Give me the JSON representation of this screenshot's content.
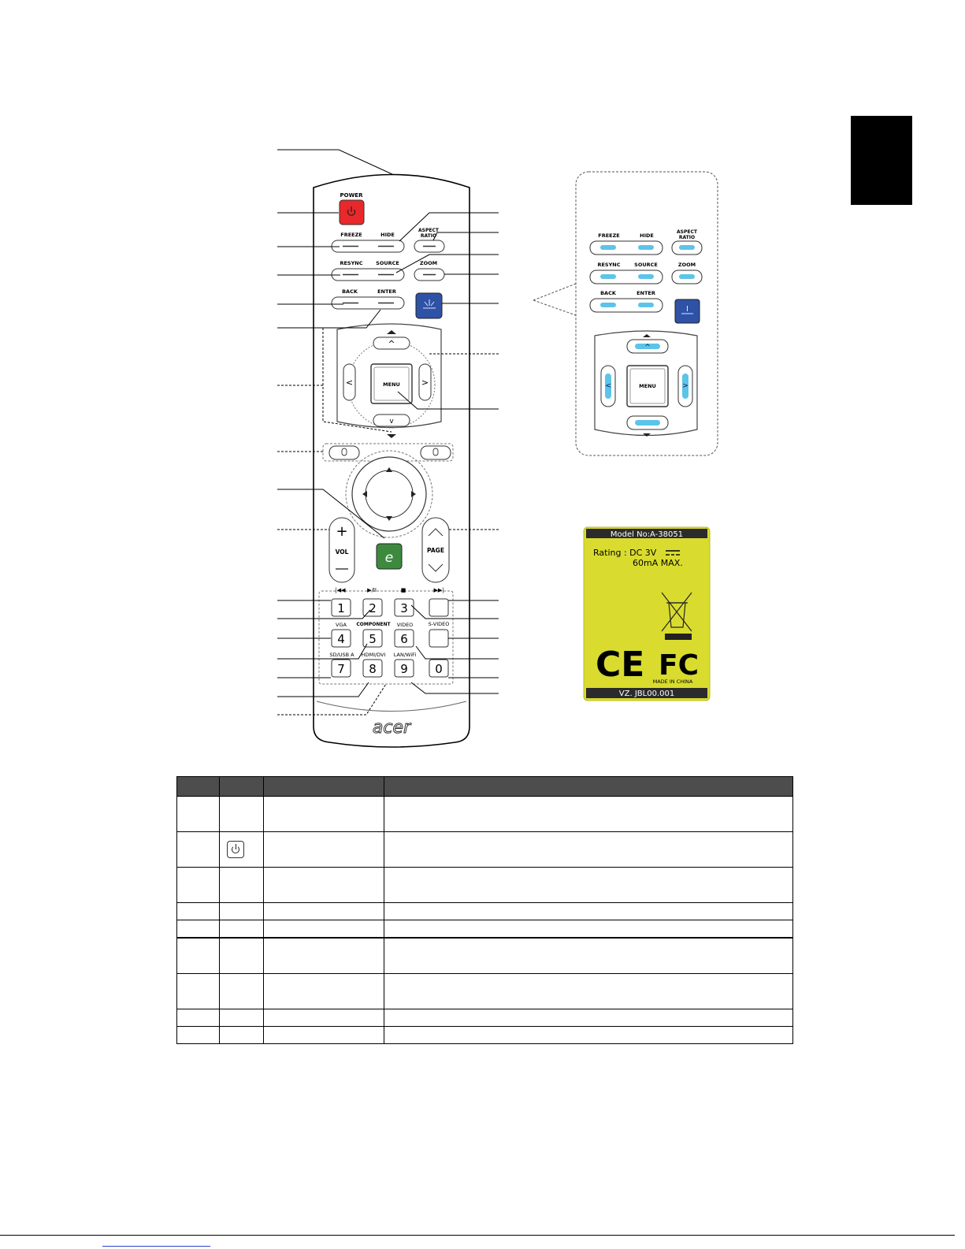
{
  "remote": {
    "power_label": "POWER",
    "freeze_label": "FREEZE",
    "hide_label": "HIDE",
    "aspect_label_1": "ASPECT",
    "aspect_label_2": "RATIO",
    "resync_label": "RESYNC",
    "source_label": "SOURCE",
    "zoom_label": "ZOOM",
    "back_label": "BACK",
    "enter_label": "ENTER",
    "menu_label": "MENU",
    "vol_label": "VOL",
    "page_label": "PAGE",
    "keys": [
      "1",
      "2",
      "3",
      "4",
      "5",
      "6",
      "7",
      "8",
      "9",
      "0"
    ],
    "vga_label": "VGA",
    "component_label": "COMPONENT",
    "video_label": "VIDEO",
    "svideo_label": "S-VIDEO",
    "sdusb_label": "SD/USB A",
    "hdmi_label": "HDMI/DVI",
    "lanwifi_label": "LAN/WiFi",
    "brand": "acer",
    "e_key": "e"
  },
  "inset": {
    "freeze_label": "FREEZE",
    "hide_label": "HIDE",
    "aspect_label_1": "ASPECT",
    "aspect_label_2": "RATIO",
    "resync_label": "RESYNC",
    "source_label": "SOURCE",
    "zoom_label": "ZOOM",
    "back_label": "BACK",
    "enter_label": "ENTER",
    "menu_label": "MENU"
  },
  "label": {
    "model": "Model No:A-38051",
    "rating_prefix": "Rating : DC 3V",
    "rating_current": "60mA MAX.",
    "ce_mark": "CE",
    "fc_mark": "FC",
    "made_in": "MADE IN CHINA",
    "code": "VZ. JBL00.001",
    "bg_color": "#d9dc2f"
  },
  "table": {
    "row_count": 9
  }
}
